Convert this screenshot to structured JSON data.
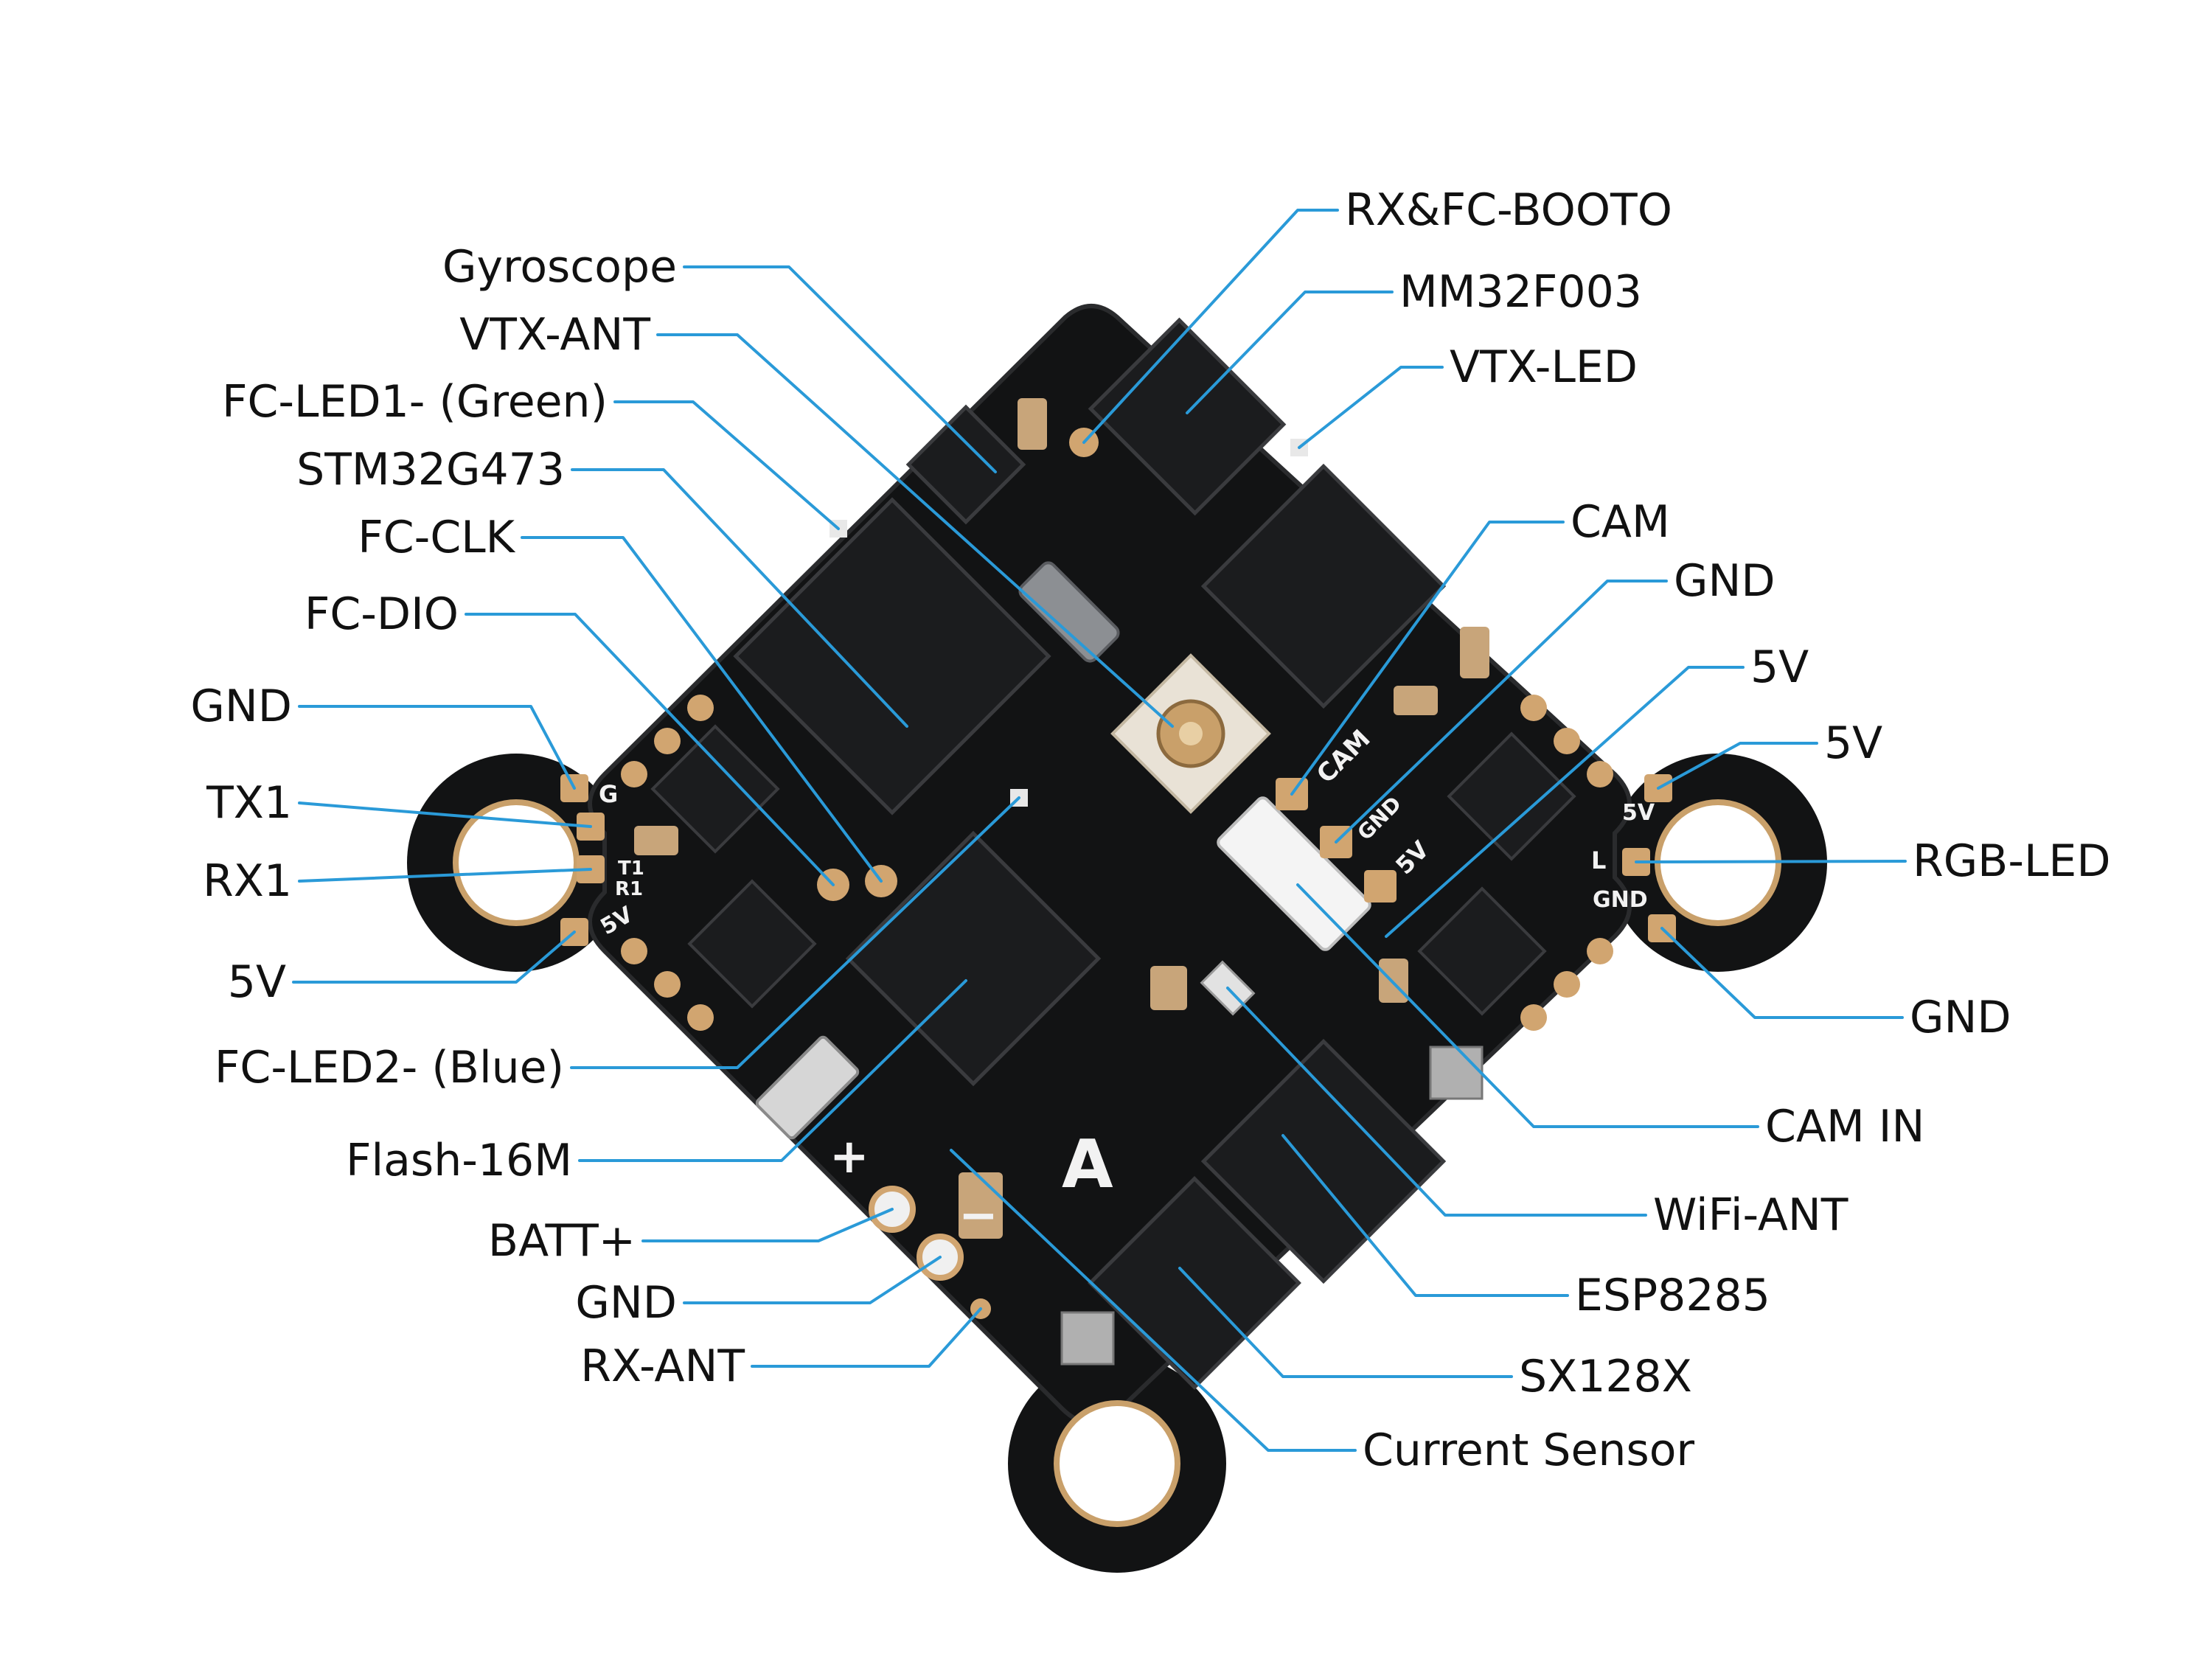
{
  "colors": {
    "leader": "#2a9ad8",
    "board": "#121314",
    "board_edge": "#2a2b2d",
    "pad_gold": "#d1a570",
    "chip": "#1b1c1e",
    "silkscreen": "#f2f2f2",
    "label_text": "#111111"
  },
  "board": {
    "silkscreen": {
      "g": "G",
      "t1": "T1",
      "r1": "R1",
      "v5_left": "5V",
      "v5_right": "5V",
      "l": "L",
      "gnd_right": "GND",
      "cam": "CAM",
      "gnd_mid": "GND",
      "v5_mid": "5V",
      "plus": "+",
      "minus": "−",
      "a_logo": "A"
    }
  },
  "labels": {
    "left": [
      {
        "id": "gyroscope",
        "text": "Gyroscope"
      },
      {
        "id": "vtx-ant",
        "text": "VTX-ANT"
      },
      {
        "id": "fc-led1",
        "text": "FC-LED1- (Green)"
      },
      {
        "id": "stm32g473",
        "text": "STM32G473"
      },
      {
        "id": "fc-clk",
        "text": "FC-CLK"
      },
      {
        "id": "fc-dio",
        "text": "FC-DIO"
      },
      {
        "id": "gnd-left",
        "text": "GND"
      },
      {
        "id": "tx1",
        "text": "TX1"
      },
      {
        "id": "rx1",
        "text": "RX1"
      },
      {
        "id": "5v-left",
        "text": "5V"
      },
      {
        "id": "fc-led2",
        "text": "FC-LED2- (Blue)"
      },
      {
        "id": "flash-16m",
        "text": "Flash-16M"
      },
      {
        "id": "batt-plus",
        "text": "BATT+"
      },
      {
        "id": "gnd-batt",
        "text": "GND"
      },
      {
        "id": "rx-ant",
        "text": "RX-ANT"
      }
    ],
    "right": [
      {
        "id": "rx-fc-boot",
        "text": "RX&FC-BOOTO"
      },
      {
        "id": "mm32f003",
        "text": "MM32F003"
      },
      {
        "id": "vtx-led",
        "text": "VTX-LED"
      },
      {
        "id": "cam",
        "text": "CAM"
      },
      {
        "id": "gnd-cam",
        "text": "GND"
      },
      {
        "id": "5v-cam",
        "text": "5V"
      },
      {
        "id": "5v-right",
        "text": "5V"
      },
      {
        "id": "rgb-led",
        "text": "RGB-LED"
      },
      {
        "id": "gnd-right",
        "text": "GND"
      },
      {
        "id": "cam-in",
        "text": "CAM IN"
      },
      {
        "id": "wifi-ant",
        "text": "WiFi-ANT"
      },
      {
        "id": "esp8285",
        "text": "ESP8285"
      },
      {
        "id": "sx128x",
        "text": "SX128X"
      },
      {
        "id": "current-sensor",
        "text": "Current Sensor"
      }
    ]
  }
}
